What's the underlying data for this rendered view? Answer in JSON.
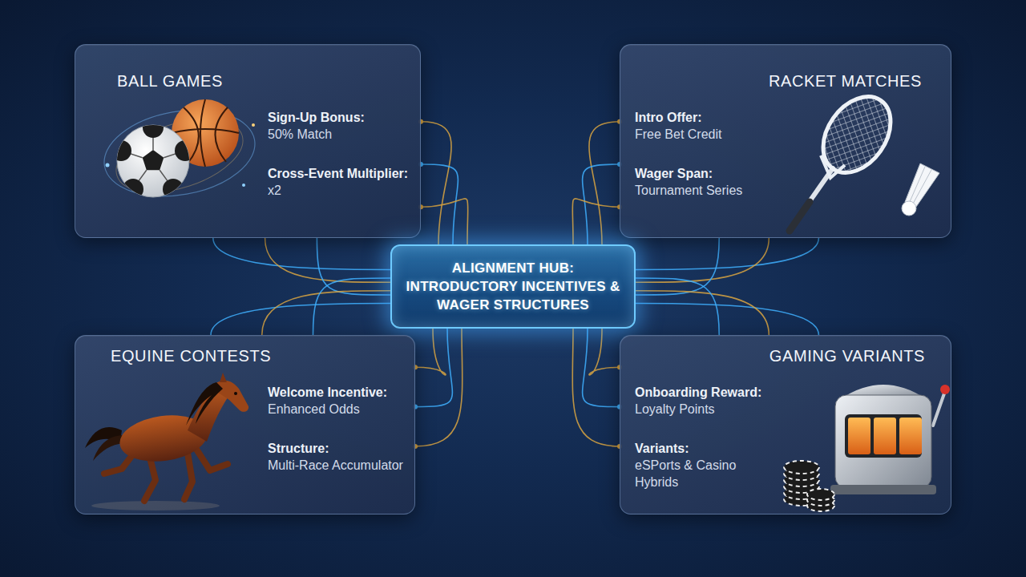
{
  "diagram": {
    "nodes": [
      {
        "text": [
          "BALL GAMES",
          "Sign-Up Bonus:",
          "50% Match",
          "Cross-Event Multiplier:",
          "x2"
        ]
      },
      {
        "text": [
          "RACKET MATCHES",
          "Intro Offer:",
          "Free Bet Credit",
          "Wager Span:",
          "Tournament Series"
        ]
      },
      {
        "text": [
          "ALIGNMENT HUB: INTRODUCTORY INCENTIVES & WAGER STRUCTURES"
        ]
      },
      {
        "text": [
          "EQUINE CONTESTS",
          "Welcome Incentive:",
          "Enhanced Odds",
          "Structure:",
          "Multi-Race Accumulator"
        ]
      },
      {
        "text": [
          "GAMING VARIANTS",
          "Onboarding Reward:",
          "Loyalty Points",
          "Variants:",
          "eSPorts & Casino Hybrids"
        ]
      }
    ],
    "edges": [
      {
        "from": 0,
        "to": 2,
        "arrow": "none"
      },
      {
        "from": 1,
        "to": 2,
        "arrow": "none"
      },
      {
        "from": 3,
        "to": 2,
        "arrow": "none"
      },
      {
        "from": 4,
        "to": 2,
        "arrow": "none"
      }
    ]
  }
}
